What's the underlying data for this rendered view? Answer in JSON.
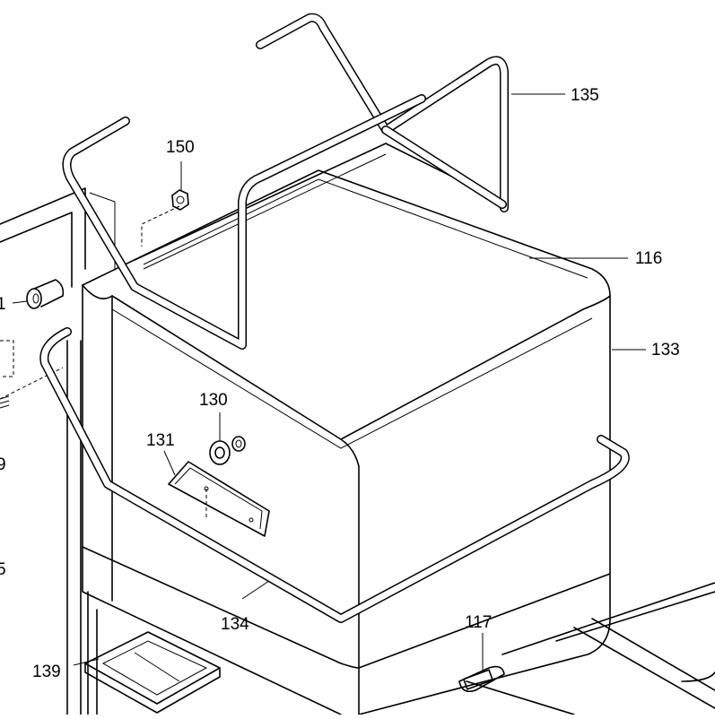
{
  "diagram": {
    "labels": {
      "l135": "135",
      "l150": "150",
      "l116": "116",
      "l133": "133",
      "l130": "130",
      "l131": "131",
      "l134": "134",
      "l117": "117",
      "l139": "139",
      "lcut1": "1",
      "lcut9": "9",
      "lcut5": "5"
    }
  }
}
